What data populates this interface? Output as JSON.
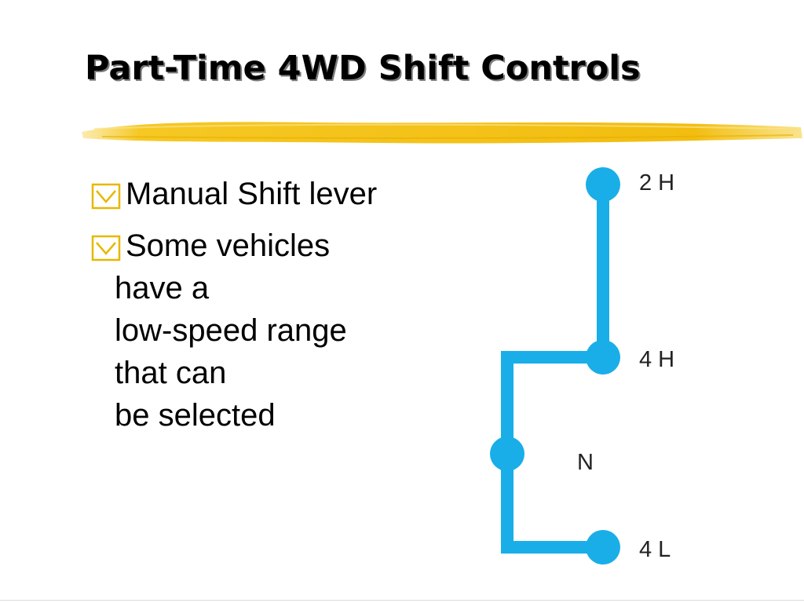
{
  "slide": {
    "title": "Part-Time 4WD Shift Controls",
    "accent_color": "#f5c518",
    "bullets": [
      {
        "lines": [
          "Manual Shift lever"
        ]
      },
      {
        "lines": [
          "Some vehicles",
          "have a",
          "low-speed range",
          "that can",
          "be selected"
        ]
      }
    ],
    "bullet_icon": "checkbox-chevron-icon"
  },
  "diagram": {
    "line_color": "#19aee8",
    "positions": [
      {
        "label": "2 H"
      },
      {
        "label": "4 H"
      },
      {
        "label": "N"
      },
      {
        "label": "4 L"
      }
    ]
  }
}
